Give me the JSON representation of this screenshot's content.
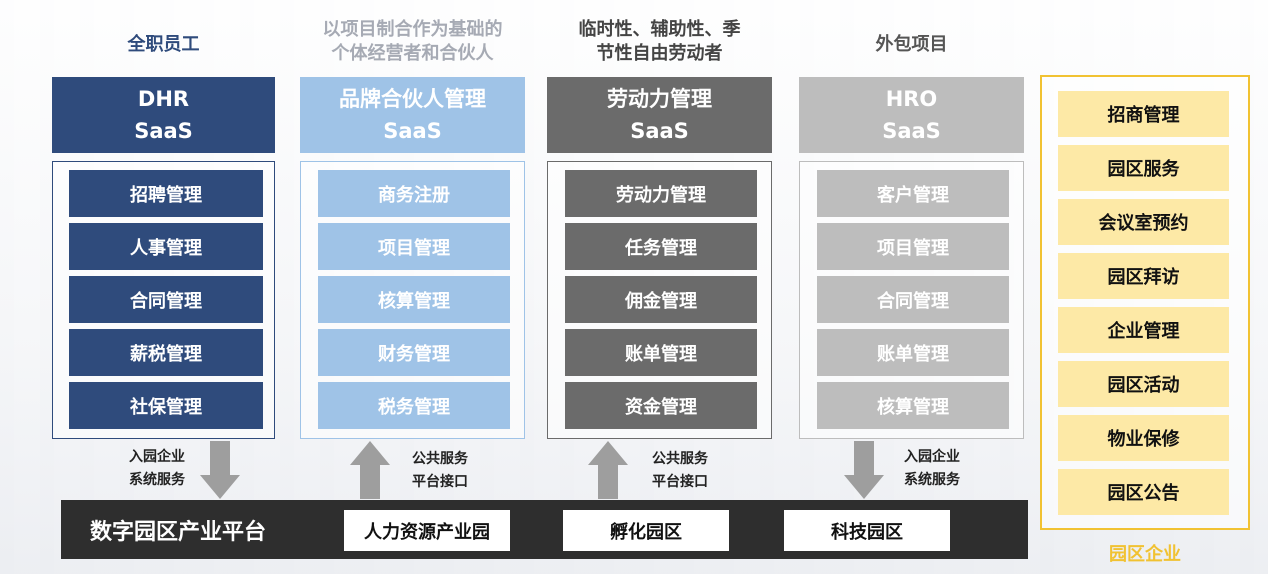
{
  "columns": [
    {
      "title_lines": [
        "全职员工"
      ],
      "head_lines": [
        "DHR",
        "SaaS"
      ],
      "modules": [
        "招聘管理",
        "人事管理",
        "合同管理",
        "薪税管理",
        "社保管理"
      ],
      "colors": {
        "title": "#2f4b7c",
        "head": "#2f4b7c",
        "module": "#2f4b7c",
        "frame": "#2f4b7c"
      }
    },
    {
      "title_lines": [
        "以项目制合作为基础的",
        "个体经营者和合伙人"
      ],
      "head_lines": [
        "品牌合伙人管理",
        "SaaS"
      ],
      "modules": [
        "商务注册",
        "项目管理",
        "核算管理",
        "财务管理",
        "税务管理"
      ],
      "colors": {
        "title": "#a6aab4",
        "head": "#9fc3e7",
        "module": "#9fc3e7",
        "frame": "#9fc3e7"
      }
    },
    {
      "title_lines": [
        "临时性、辅助性、季",
        "节性自由劳动者"
      ],
      "head_lines": [
        "劳动力管理",
        "SaaS"
      ],
      "modules": [
        "劳动力管理",
        "任务管理",
        "佣金管理",
        "账单管理",
        "资金管理"
      ],
      "colors": {
        "title": "#444444",
        "head": "#6b6b6b",
        "module": "#6b6b6b",
        "frame": "#6b6b6b"
      }
    },
    {
      "title_lines": [
        "外包项目"
      ],
      "head_lines": [
        "HRO",
        "SaaS"
      ],
      "modules": [
        "客户管理",
        "项目管理",
        "合同管理",
        "账单管理",
        "核算管理"
      ],
      "colors": {
        "title": "#555555",
        "head": "#bdbdbd",
        "module": "#bdbdbd",
        "frame": "#bdbdbd"
      }
    }
  ],
  "arrows": [
    {
      "direction": "down",
      "label_lines": [
        "入园企业",
        "系统服务"
      ]
    },
    {
      "direction": "up",
      "label_lines": [
        "公共服务",
        "平台接口"
      ]
    },
    {
      "direction": "up",
      "label_lines": [
        "公共服务",
        "平台接口"
      ]
    },
    {
      "direction": "down",
      "label_lines": [
        "入园企业",
        "系统服务"
      ]
    }
  ],
  "platform": {
    "label": "数字园区产业平台",
    "parks": [
      "人力资源产业园",
      "孵化园区",
      "科技园区"
    ]
  },
  "right_panel": {
    "title": "园区企业",
    "modules": [
      "招商管理",
      "园区服务",
      "会议室预约",
      "园区拜访",
      "企业管理",
      "园区活动",
      "物业保修",
      "园区公告"
    ],
    "colors": {
      "frame": "#f1c232",
      "module": "#fde9a6",
      "title": "#f1c232"
    }
  },
  "arrow_color": "#9e9e9e"
}
